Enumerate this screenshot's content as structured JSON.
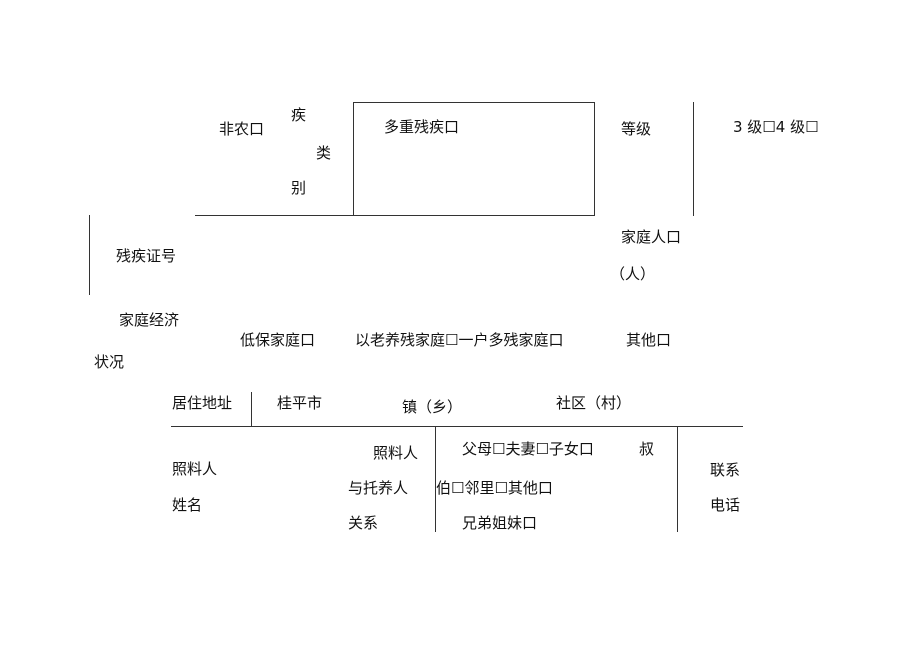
{
  "form": {
    "row1": {
      "nonagri": "非农口",
      "disability_type_chars": [
        "疾",
        "类",
        "别"
      ],
      "multi_disability": "多重残疾口",
      "grade_label": "等级",
      "grade_options": "3 级☐4 级☐"
    },
    "row2": {
      "cert_label": "残疾证号",
      "household_size_label": "家庭人口",
      "household_size_unit": "（人）"
    },
    "row3": {
      "econ_label_1": "家庭经济",
      "econ_label_2": "状况",
      "opt_lowincome": "低保家庭口",
      "opt_elderly_multi": "以老养残家庭☐一户多残家庭口",
      "opt_other": "其他口"
    },
    "row4": {
      "address_label": "居住地址",
      "city": "桂平市",
      "town": "镇（乡）",
      "community": "社区（村）"
    },
    "row5": {
      "caregiver_name_1": "照料人",
      "caregiver_name_2": "姓名",
      "relation_1": "照料人",
      "relation_2": "与托养人",
      "relation_3": "关系",
      "rel_options_1": "父母☐夫妻☐子女口",
      "rel_options_1b": "叔",
      "rel_options_2": "伯☐邻里☐其他口",
      "rel_options_3": "兄弟姐妹口",
      "phone_1": "联系",
      "phone_2": "电话"
    }
  }
}
